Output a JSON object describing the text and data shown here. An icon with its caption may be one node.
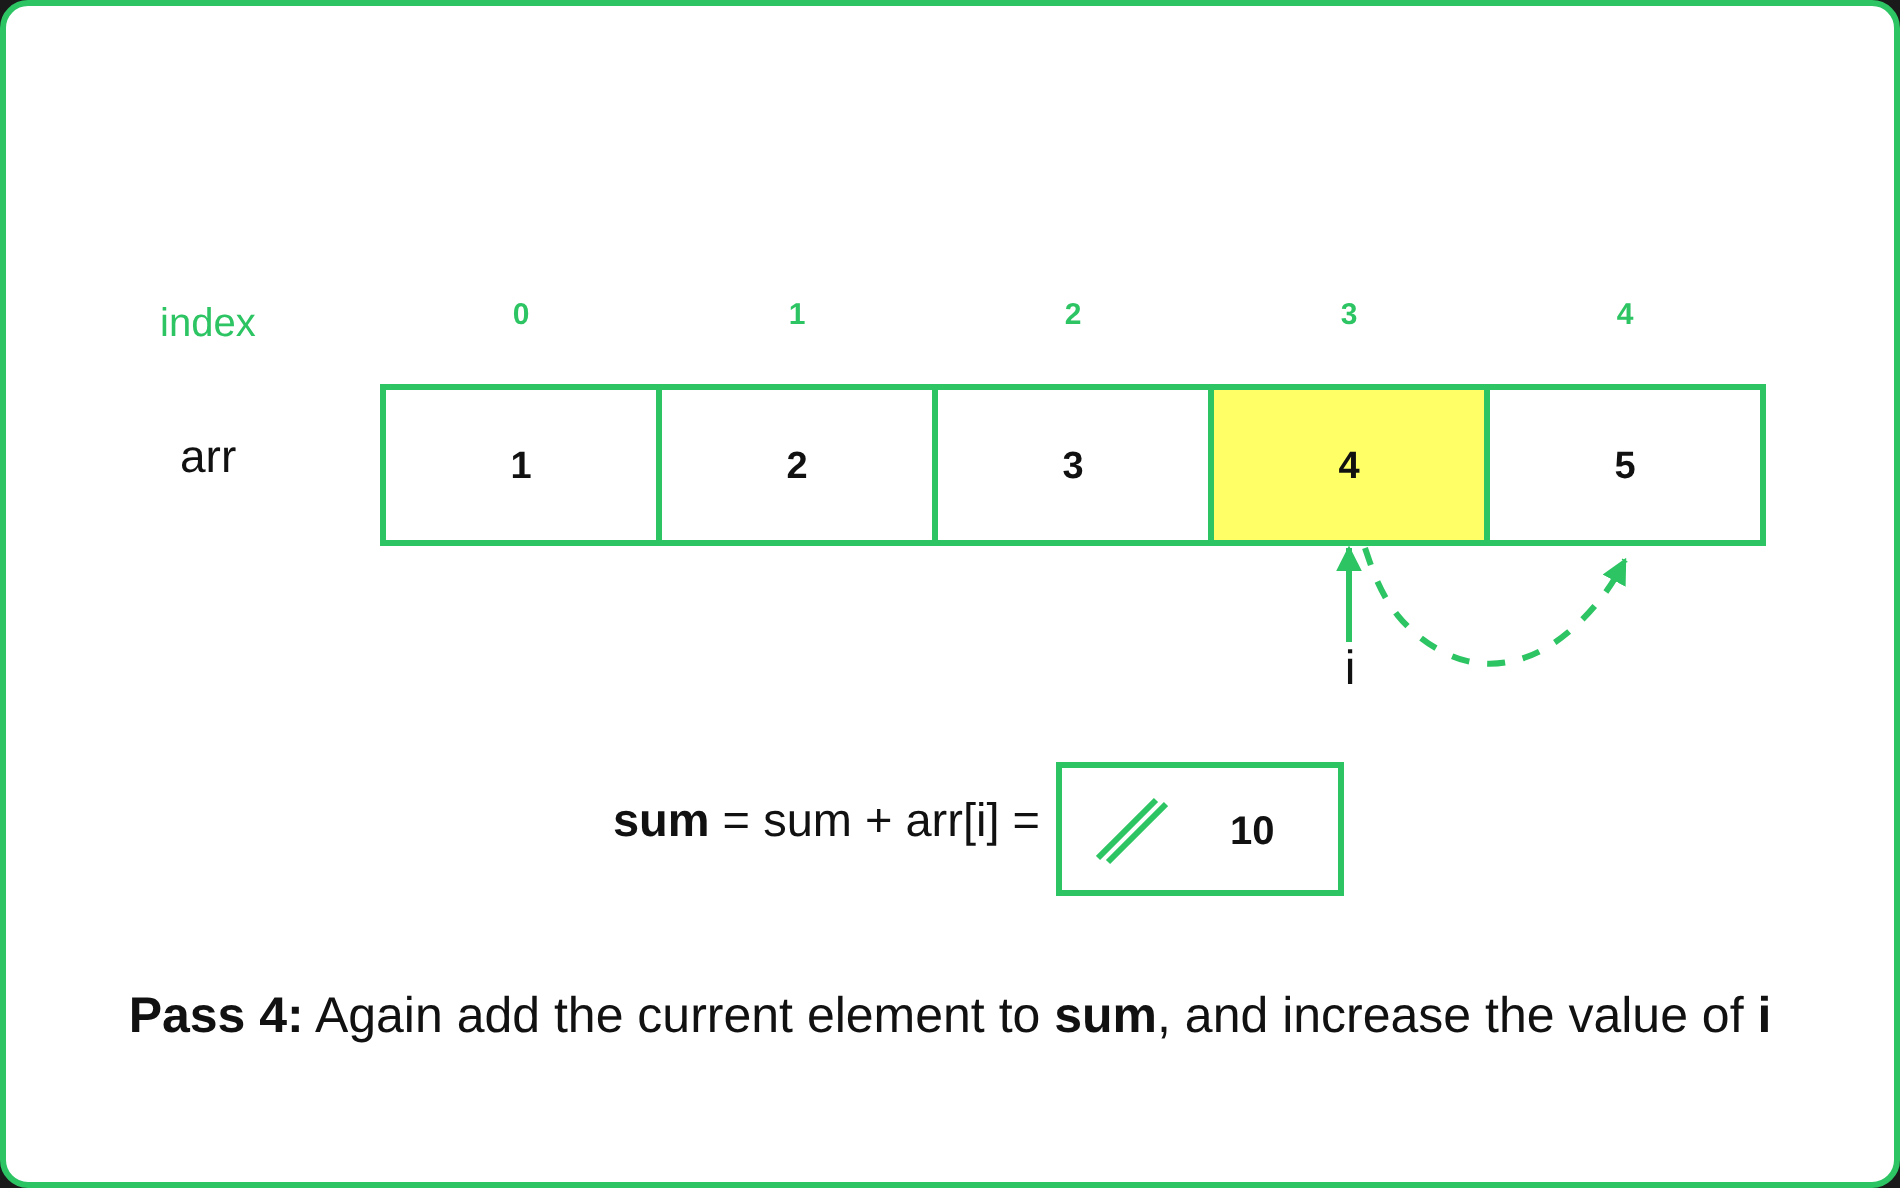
{
  "diagram": {
    "caption": "**Pass 4:** Again add the current element to **sum**, and increase the value of **i**",
    "nodes": [
      {
        "text": [
          "1"
        ],
        "beside": [
          "0"
        ]
      },
      {
        "text": [
          "2"
        ],
        "beside": [
          "1"
        ]
      },
      {
        "text": [
          "3"
        ],
        "beside": [
          "2"
        ]
      },
      {
        "text": [
          "4"
        ],
        "beside": [
          "3"
        ]
      },
      {
        "text": [
          "5"
        ],
        "beside": [
          "4"
        ]
      },
      {
        "text": [
          "i"
        ]
      },
      {
        "text": [
          "10"
        ],
        "beside": [
          "**sum** = sum + arr[i] ="
        ]
      }
    ],
    "edges": [
      {
        "from": 5,
        "to": 3,
        "arrow": "to"
      },
      {
        "from": 3,
        "to": 4,
        "arrow": "to",
        "style": "dashed"
      }
    ],
    "labels": [
      "index",
      "arr"
    ]
  }
}
